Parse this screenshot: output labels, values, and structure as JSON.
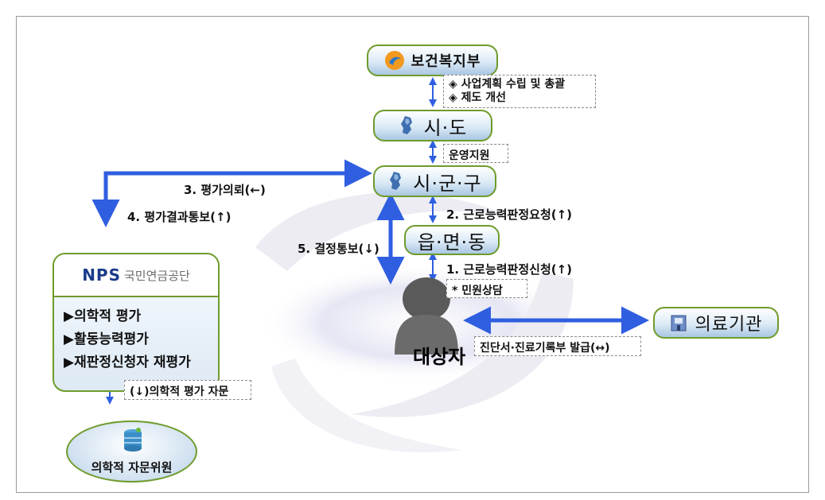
{
  "nodes": {
    "ministry": "보건복지부",
    "sido": "시·도",
    "sigungu": "시·군·구",
    "eupmyeondong": "읍·면·동",
    "target": "대상자",
    "medical_institution": "의료기관",
    "committee": "의학적 자문위원"
  },
  "nps": {
    "logo": "NPS",
    "org_name": "국민연금공단",
    "items": [
      "▶의학적 평가",
      "▶활동능력평가",
      "▶재판정신청자 재평가"
    ]
  },
  "notes": {
    "ministry_box_line1": "◈ 사업계획 수립 및 총괄",
    "ministry_box_line2": "◈ 제도 개선",
    "operation_support": "운영지원",
    "step3": "3. 평가의뢰(←)",
    "step4": "4. 평가결과통보(↑)",
    "step2": "2. 근로능력판정요청(↑)",
    "step5": "5. 결정통보(↓)",
    "step1": "1. 근로능력판정신청(↑)",
    "consultation": "* 민원상담",
    "medical_docs": "진단서·진료기록부 발급(↔)",
    "medical_advice": "(↓)의학적 평가 자문"
  },
  "colors": {
    "arrow": "#2f5fe0",
    "node_border": "#6f9b2c",
    "node_fill": "#dbeaf6"
  }
}
